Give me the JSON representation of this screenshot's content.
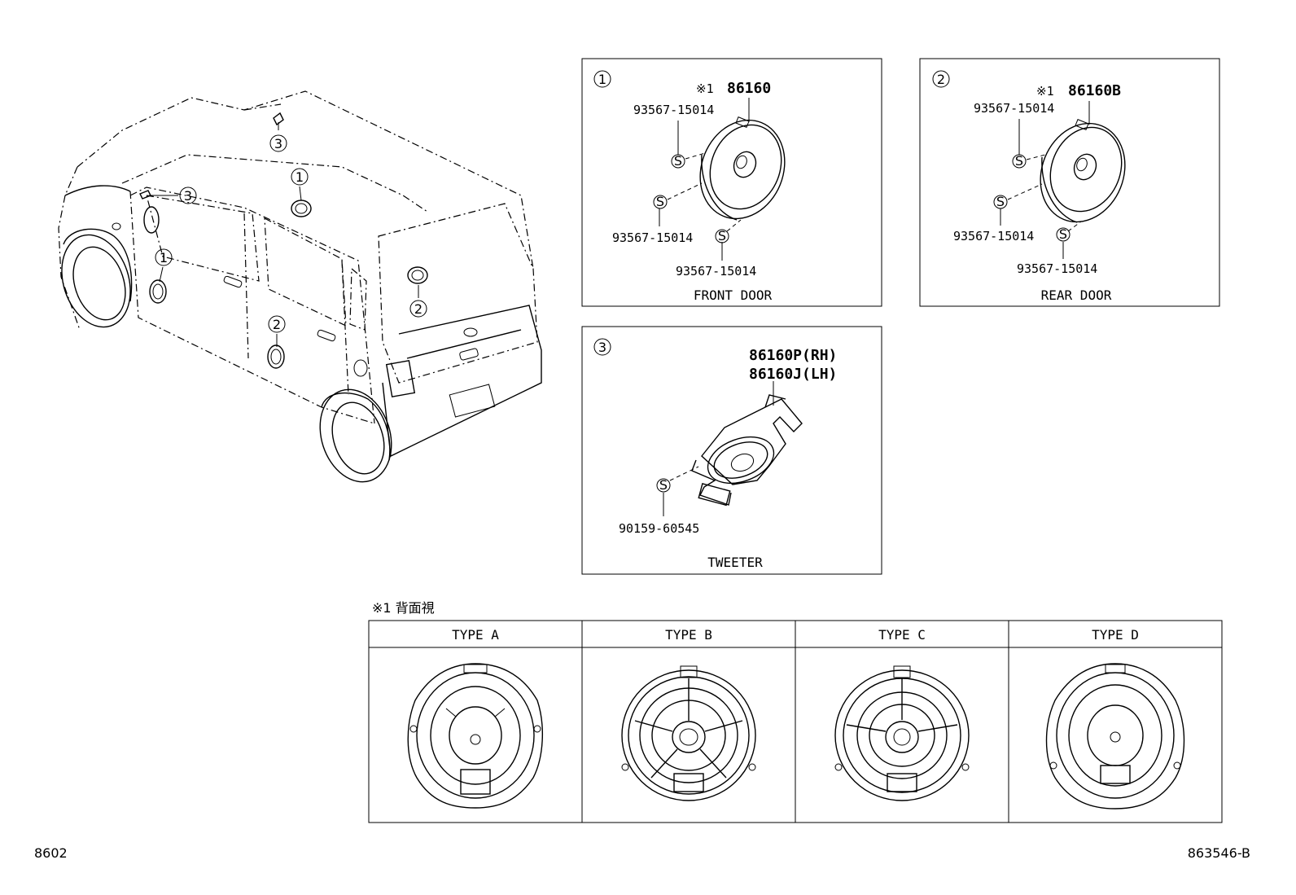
{
  "callouts": {
    "c1": "1",
    "c2": "2",
    "c3": "3"
  },
  "front_door": {
    "marker": "1",
    "ref_mark": "※1",
    "part": "86160",
    "screw_top": "93567-15014",
    "screw_left": "93567-15014",
    "screw_bottom": "93567-15014",
    "caption": "FRONT DOOR"
  },
  "rear_door": {
    "marker": "2",
    "ref_mark": "※1",
    "part": "86160B",
    "screw_top": "93567-15014",
    "screw_left": "93567-15014",
    "screw_bottom": "93567-15014",
    "caption": "REAR DOOR"
  },
  "tweeter": {
    "marker": "3",
    "part_rh": "86160P(RH)",
    "part_lh": "86160J(LH)",
    "screw": "90159-60545",
    "caption": "TWEETER"
  },
  "types_table": {
    "note": "※1 背面視",
    "headers": [
      "TYPE A",
      "TYPE B",
      "TYPE C",
      "TYPE D"
    ]
  },
  "screw_symbol": "S",
  "footer": {
    "left": "8602",
    "right": "863546-B"
  }
}
